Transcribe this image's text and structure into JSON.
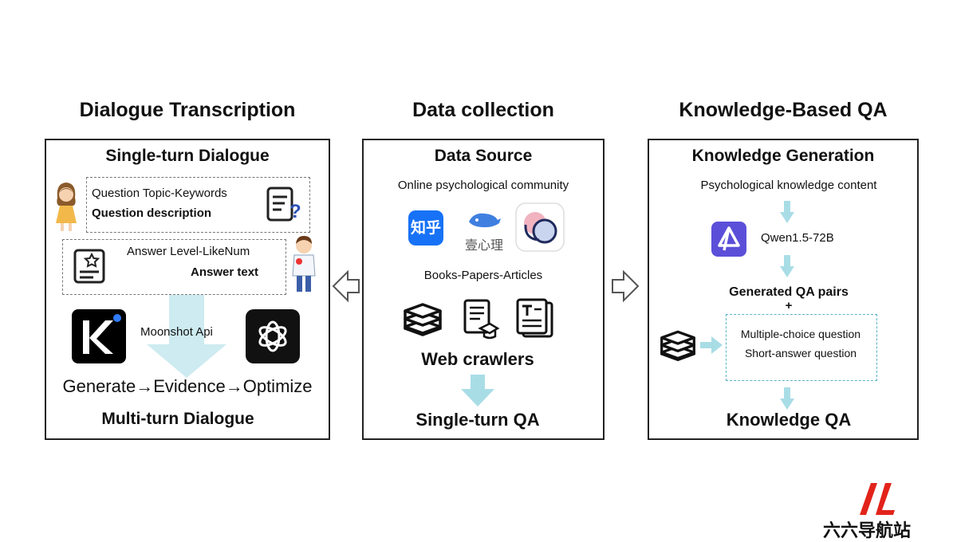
{
  "columns": {
    "left": {
      "title": "Dialogue Transcription",
      "panel_title": "Single-turn Dialogue",
      "question_box": {
        "line1": "Question Topic-Keywords",
        "line2": "Question description"
      },
      "answer_box": {
        "line1": "Answer Level-LikeNum",
        "line2": "Answer text"
      },
      "api_label": "Moonshot Api",
      "flow": "Generate→Evidence→Optimize",
      "bottom": "Multi-turn Dialogue"
    },
    "middle": {
      "title": "Data collection",
      "panel_title": "Data Source",
      "community": "Online psychological community",
      "zhihu_logo_text": "知乎",
      "yixinli_logo_text": "壹心理",
      "books": "Books-Papers-Articles",
      "crawlers": "Web crawlers",
      "bottom": "Single-turn QA"
    },
    "right": {
      "title": "Knowledge-Based QA",
      "panel_title": "Knowledge Generation",
      "content": "Psychological knowledge content",
      "model": "Qwen1.5-72B",
      "generated": "Generated QA pairs",
      "plus": "+",
      "q_types": [
        "Multiple-choice question",
        "Short-answer question"
      ],
      "bottom": "Knowledge QA"
    }
  },
  "watermark": {
    "text": "六六导航站"
  },
  "icons": [
    "girl-avatar-icon",
    "question-doc-icon",
    "answer-doc-icon",
    "doctor-avatar-icon",
    "moonshot-kimi-icon",
    "openai-icon",
    "zhihu-icon",
    "yixinli-icon",
    "community-app-icon",
    "book-stack-icon",
    "paper-icon",
    "article-icon",
    "qwen-icon",
    "left-hollow-arrow-icon",
    "right-hollow-arrow-icon",
    "watermark-logo-icon"
  ],
  "colors": {
    "arrow_teal": "#a9dde6",
    "dashed_teal": "#5ab3c6",
    "zhihu_blue": "#1772f6",
    "qwen_purple": "#5b4fd9",
    "watermark_red": "#e2231a"
  }
}
